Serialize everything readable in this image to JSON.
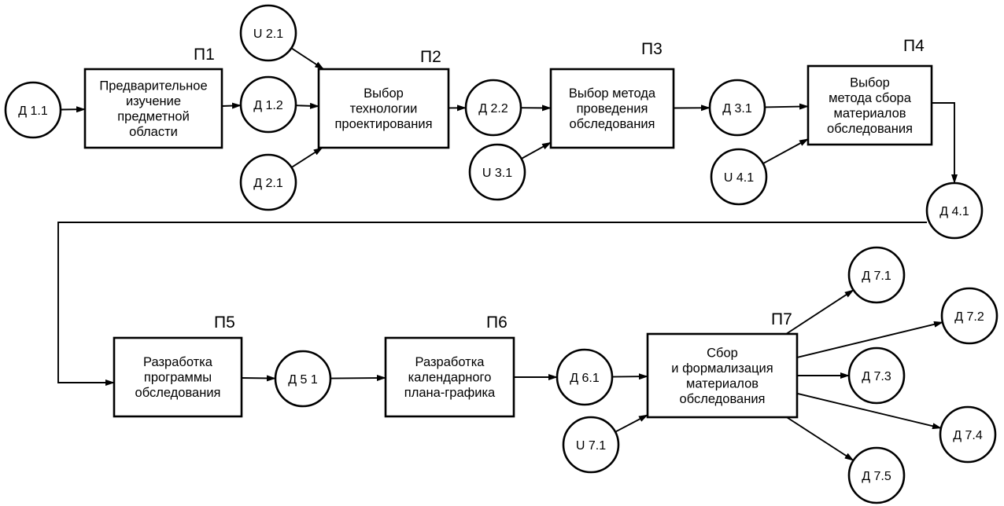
{
  "processes": [
    {
      "id": "p1",
      "step": "П1",
      "lines": [
        "Предварительное",
        "изучение",
        "предметной",
        "области"
      ]
    },
    {
      "id": "p2",
      "step": "П2",
      "lines": [
        "Выбор",
        "технологии",
        "проектирования"
      ]
    },
    {
      "id": "p3",
      "step": "П3",
      "lines": [
        "Выбор метода",
        "проведения",
        "обследования"
      ]
    },
    {
      "id": "p4",
      "step": "П4",
      "lines": [
        "Выбор",
        "метода сбора",
        "материалов",
        "обследования"
      ]
    },
    {
      "id": "p5",
      "step": "П5",
      "lines": [
        "Разработка",
        "программы",
        "обследования"
      ]
    },
    {
      "id": "p6",
      "step": "П6",
      "lines": [
        "Разработка",
        "календарного",
        "плана-графика"
      ]
    },
    {
      "id": "p7",
      "step": "П7",
      "lines": [
        "Сбор",
        "и формализация",
        "материалов",
        "обследования"
      ]
    }
  ],
  "nodes": [
    {
      "id": "d11",
      "label": "Д 1.1"
    },
    {
      "id": "u21",
      "label": "U 2.1"
    },
    {
      "id": "d12",
      "label": "Д 1.2"
    },
    {
      "id": "d21",
      "label": "Д 2.1"
    },
    {
      "id": "d22",
      "label": "Д 2.2"
    },
    {
      "id": "u31",
      "label": "U 3.1"
    },
    {
      "id": "d31",
      "label": "Д 3.1"
    },
    {
      "id": "u41",
      "label": "U 4.1"
    },
    {
      "id": "d41",
      "label": "Д 4.1"
    },
    {
      "id": "d51",
      "label": "Д 5 1"
    },
    {
      "id": "d61",
      "label": "Д 6.1"
    },
    {
      "id": "u71",
      "label": "U 7.1"
    },
    {
      "id": "d71",
      "label": "Д 7.1"
    },
    {
      "id": "d72",
      "label": "Д 7.2"
    },
    {
      "id": "d73",
      "label": "Д 7.3"
    },
    {
      "id": "d74",
      "label": "Д 7.4"
    },
    {
      "id": "d75",
      "label": "Д 7.5"
    }
  ],
  "edges": [
    [
      "d11",
      "p1"
    ],
    [
      "p1",
      "d12"
    ],
    [
      "d12",
      "p2"
    ],
    [
      "u21",
      "p2"
    ],
    [
      "d21",
      "p2"
    ],
    [
      "p2",
      "d22"
    ],
    [
      "d22",
      "p3"
    ],
    [
      "u31",
      "p3"
    ],
    [
      "p3",
      "d31"
    ],
    [
      "d31",
      "p4"
    ],
    [
      "u41",
      "p4"
    ],
    [
      "p4",
      "d41"
    ],
    [
      "d41",
      "p5"
    ],
    [
      "p5",
      "d51"
    ],
    [
      "d51",
      "p6"
    ],
    [
      "p6",
      "d61"
    ],
    [
      "d61",
      "p7"
    ],
    [
      "u71",
      "p7"
    ],
    [
      "p7",
      "d71"
    ],
    [
      "p7",
      "d72"
    ],
    [
      "p7",
      "d73"
    ],
    [
      "p7",
      "d74"
    ],
    [
      "p7",
      "d75"
    ]
  ]
}
